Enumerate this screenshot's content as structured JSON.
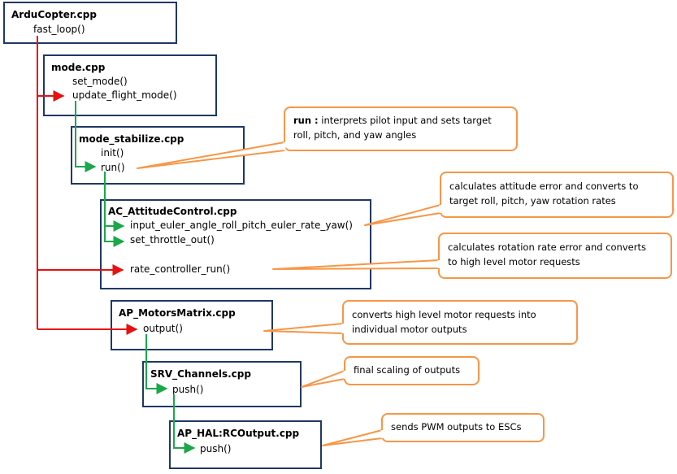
{
  "colors": {
    "box_border": "#1F3864",
    "note_border": "#F79646",
    "red_arrow": "#E81010",
    "green_arrow": "#1AA84A"
  },
  "boxes": {
    "arducopter": {
      "title": "ArduCopter.cpp",
      "fns": [
        "fast_loop()"
      ]
    },
    "mode": {
      "title": "mode.cpp",
      "fns": [
        "set_mode()",
        "update_flight_mode()"
      ]
    },
    "mode_stabilize": {
      "title": "mode_stabilize.cpp",
      "fns": [
        "init()",
        "run()"
      ]
    },
    "attitude_control": {
      "title": "AC_AttitudeControl.cpp",
      "fns": [
        "input_euler_angle_roll_pitch_euler_rate_yaw()",
        "set_throttle_out()",
        "rate_controller_run()"
      ]
    },
    "motors_matrix": {
      "title": "AP_MotorsMatrix.cpp",
      "fns": [
        "output()"
      ]
    },
    "srv_channels": {
      "title": "SRV_Channels.cpp",
      "fns": [
        "push()"
      ]
    },
    "rcoutput": {
      "title": "AP_HAL:RCOutput.cpp",
      "fns": [
        "push()"
      ]
    }
  },
  "notes": {
    "run": {
      "bold": "run :",
      "lines": [
        " interprets pilot input and sets target",
        "roll, pitch, and yaw angles"
      ]
    },
    "attitude": {
      "lines": [
        "calculates attitude error and converts to",
        "target roll, pitch, yaw rotation rates"
      ]
    },
    "rate": {
      "lines": [
        "calculates rotation rate error and converts",
        "to high level motor requests"
      ]
    },
    "motors": {
      "lines": [
        "converts high level motor requests into",
        "individual motor outputs"
      ]
    },
    "scaling": {
      "lines": [
        "final scaling of outputs"
      ]
    },
    "pwm": {
      "lines": [
        "sends PWM outputs to ESCs"
      ]
    }
  }
}
